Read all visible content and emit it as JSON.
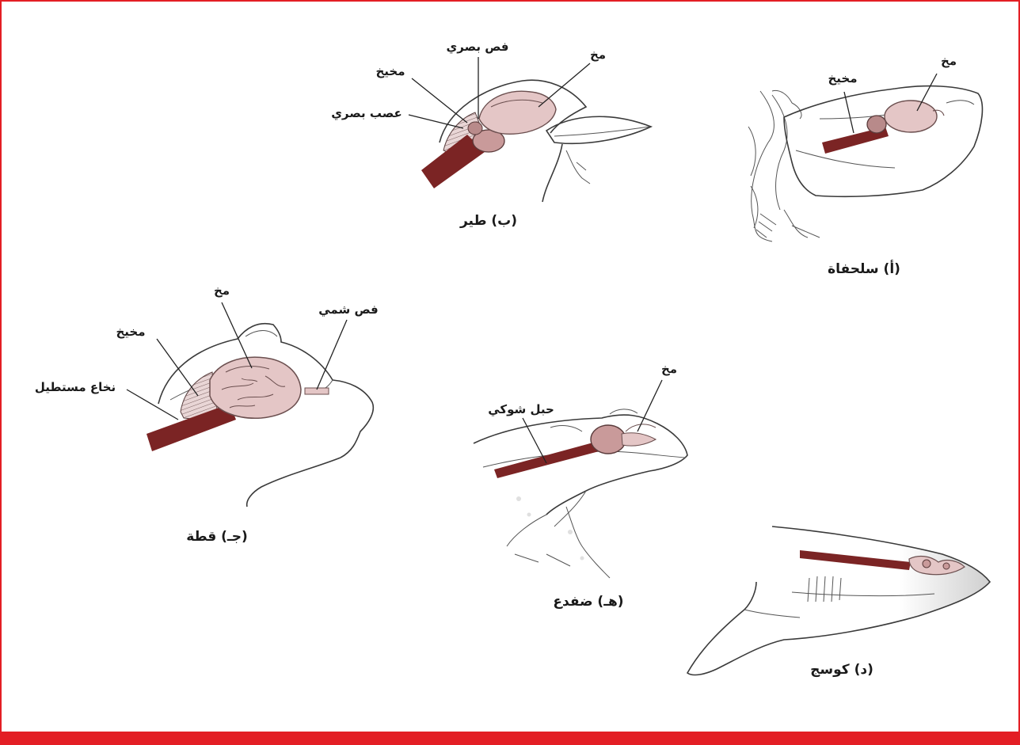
{
  "colors": {
    "frame": "#e31e24",
    "brain": "#e4c6c6",
    "brain_outline": "#6b4f4f",
    "spinal_cord": "#7b2424",
    "cerebellum_hatch": "#d9bfbf",
    "text": "#1a1a1a"
  },
  "panels": {
    "turtle": {
      "caption": "(أ) سلحفاة",
      "labels": {
        "brain": "مخ",
        "cerebellum": "مخيخ"
      }
    },
    "bird": {
      "caption": "(ب) طير",
      "labels": {
        "brain": "مخ",
        "optic_lobe": "فص بصري",
        "cerebellum": "مخيخ",
        "optic_nerve": "عصب بصري"
      }
    },
    "cat": {
      "caption": "(جـ) قطة",
      "labels": {
        "brain": "مخ",
        "olfactory_lobe": "فص شمي",
        "cerebellum": "مخيخ",
        "medulla": "نخاع مستطيل"
      }
    },
    "frog": {
      "caption": "(هـ) ضفدع",
      "labels": {
        "brain": "مخ",
        "spinal_cord": "حبل شوكي"
      }
    },
    "shark": {
      "caption": "(د) كوسج"
    }
  }
}
